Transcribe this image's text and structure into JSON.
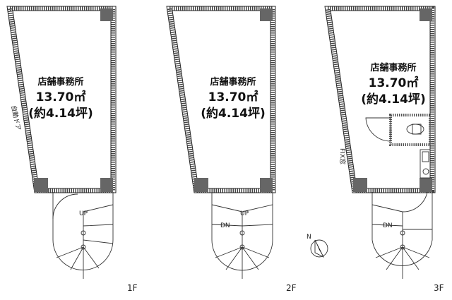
{
  "floors": [
    {
      "label": "1F",
      "room_name": "店舗事務所",
      "area": "13.70㎡",
      "tsubo": "(約4.14坪)",
      "wall_note": "自動ドア",
      "stair_labels": [
        "UP"
      ]
    },
    {
      "label": "2F",
      "room_name": "店舗事務所",
      "area": "13.70㎡",
      "tsubo": "(約4.14坪)",
      "stair_labels": [
        "DN",
        "UP"
      ]
    },
    {
      "label": "3F",
      "room_name": "店舗事務所",
      "area": "13.70㎡",
      "tsubo": "(約4.14坪)",
      "wall_note": "FIX窓",
      "stair_labels": [
        "DN"
      ]
    }
  ],
  "compass": {
    "label": "N"
  }
}
